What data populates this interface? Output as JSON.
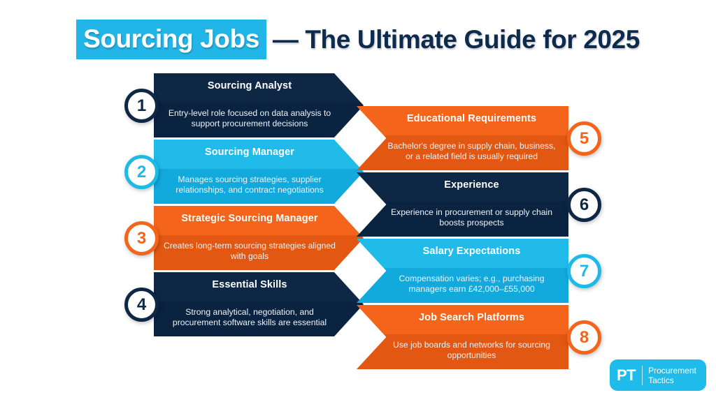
{
  "title": {
    "highlight": "Sourcing Jobs",
    "rest": "— The Ultimate Guide for 2025",
    "highlight_bg": "#22b6e8",
    "rest_color": "#0d2b4e"
  },
  "colors": {
    "navy": "#0d2744",
    "navy_dark": "#0a2340",
    "cyan": "#20bbe9",
    "cyan_dark": "#12a9dc",
    "orange": "#f5641b",
    "orange_dark": "#e25812",
    "white": "#ffffff"
  },
  "steps": [
    {
      "number": "1",
      "title": "Sourcing Analyst",
      "description": "Entry-level role focused on data analysis to support procurement decisions",
      "theme": "navy",
      "side": "left"
    },
    {
      "number": "2",
      "title": "Sourcing Manager",
      "description": "Manages sourcing strategies, supplier relationships, and contract negotiations",
      "theme": "cyan",
      "side": "left"
    },
    {
      "number": "3",
      "title": "Strategic Sourcing Manager",
      "description": "Creates long-term sourcing strategies aligned with goals",
      "theme": "orange",
      "side": "left"
    },
    {
      "number": "4",
      "title": "Essential Skills",
      "description": "Strong analytical, negotiation, and procurement software skills are essential",
      "theme": "navy",
      "side": "left"
    },
    {
      "number": "5",
      "title": "Educational Requirements",
      "description": "Bachelor's degree in supply chain, business, or a related field is usually required",
      "theme": "orange",
      "side": "right"
    },
    {
      "number": "6",
      "title": "Experience",
      "description": "Experience in procurement or supply chain boosts prospects",
      "theme": "navy",
      "side": "right"
    },
    {
      "number": "7",
      "title": "Salary Expectations",
      "description": "Compensation varies; e.g., purchasing managers earn £42,000–£55,000",
      "theme": "cyan",
      "side": "right"
    },
    {
      "number": "8",
      "title": "Job Search Platforms",
      "description": "Use job boards and networks for sourcing opportunities",
      "theme": "orange",
      "side": "right"
    }
  ],
  "logo": {
    "mark": "PT",
    "line1": "Procurement",
    "line2": "Tactics",
    "bg": "#1fbbea"
  }
}
